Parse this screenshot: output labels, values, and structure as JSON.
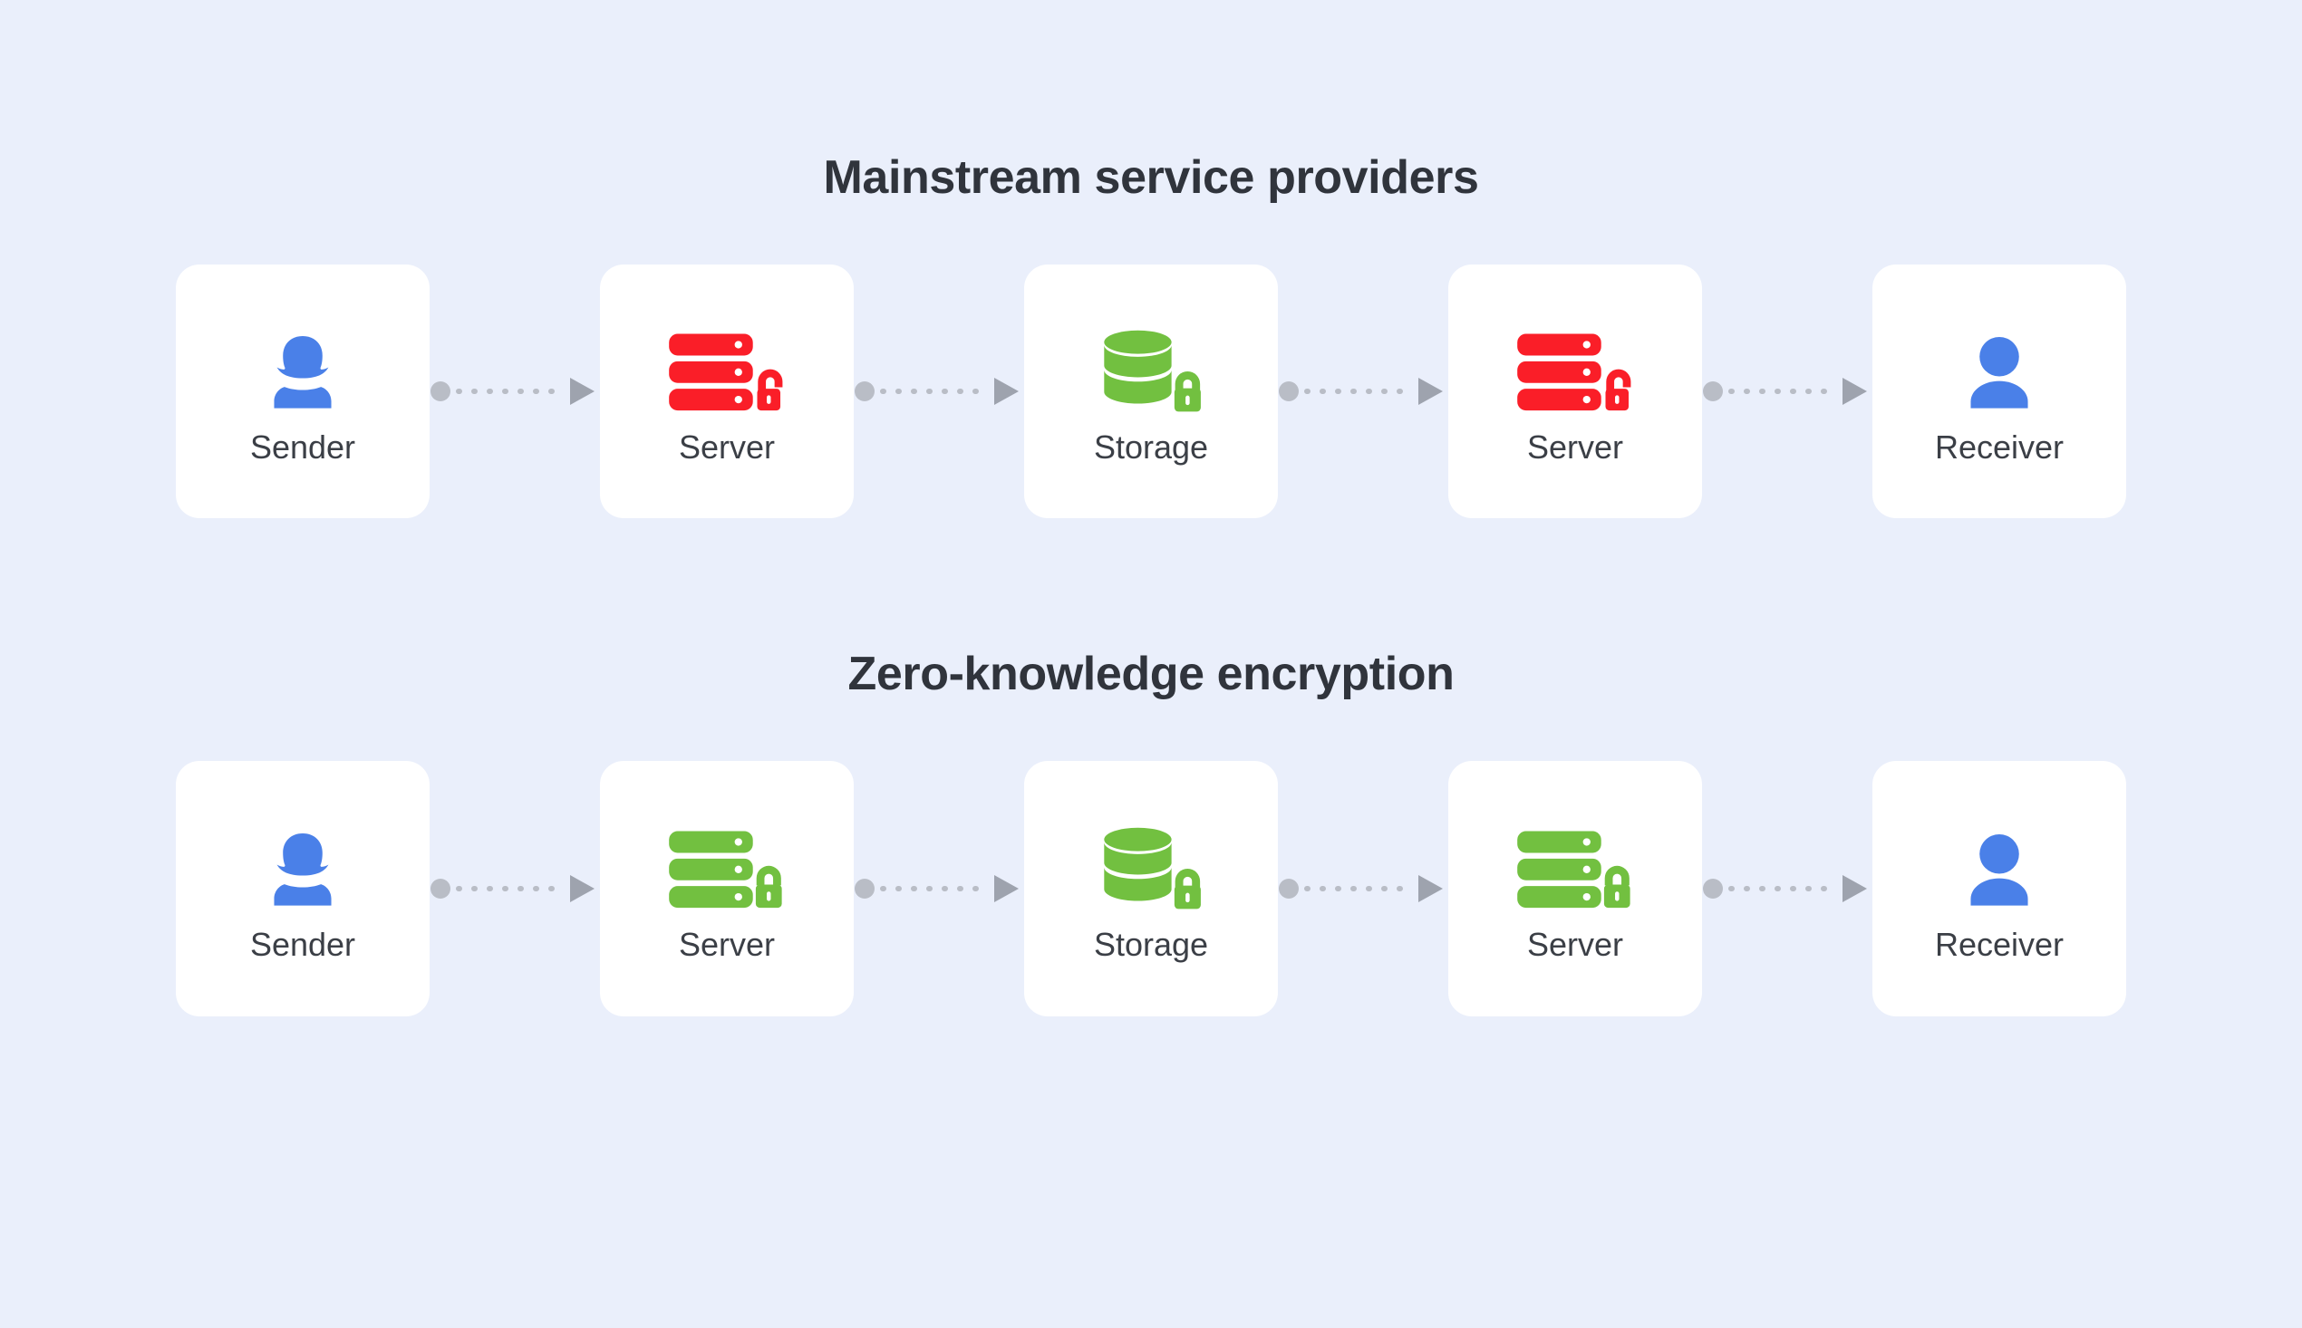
{
  "page": {
    "background_color": "#eaeffb",
    "title_color": "#30343c",
    "label_color": "#3b3f46",
    "card_color": "#ffffff",
    "connector_color": "#b9bdc6",
    "blue": "#4a80e8",
    "red": "#fa1e28",
    "green": "#72c040"
  },
  "sections": [
    {
      "title": "Mainstream service providers",
      "nodes": [
        {
          "label": "Sender",
          "icon": "person-female-icon",
          "icon_color": "#4a80e8",
          "lock": "none"
        },
        {
          "label": "Server",
          "icon": "server-icon",
          "icon_color": "#fa1e28",
          "lock": "unlocked-padlock-icon"
        },
        {
          "label": "Storage",
          "icon": "database-icon",
          "icon_color": "#72c040",
          "lock": "locked-padlock-icon"
        },
        {
          "label": "Server",
          "icon": "server-icon",
          "icon_color": "#fa1e28",
          "lock": "unlocked-padlock-icon"
        },
        {
          "label": "Receiver",
          "icon": "person-male-icon",
          "icon_color": "#4a80e8",
          "lock": "none"
        }
      ],
      "connectors": [
        "arrow-dotted-right",
        "arrow-dotted-right",
        "arrow-dotted-right",
        "arrow-dotted-right"
      ]
    },
    {
      "title": "Zero-knowledge encryption",
      "nodes": [
        {
          "label": "Sender",
          "icon": "person-female-icon",
          "icon_color": "#4a80e8",
          "lock": "none"
        },
        {
          "label": "Server",
          "icon": "server-icon",
          "icon_color": "#72c040",
          "lock": "locked-padlock-icon"
        },
        {
          "label": "Storage",
          "icon": "database-icon",
          "icon_color": "#72c040",
          "lock": "locked-padlock-icon"
        },
        {
          "label": "Server",
          "icon": "server-icon",
          "icon_color": "#72c040",
          "lock": "locked-padlock-icon"
        },
        {
          "label": "Receiver",
          "icon": "person-male-icon",
          "icon_color": "#4a80e8",
          "lock": "none"
        }
      ],
      "connectors": [
        "arrow-dotted-right",
        "arrow-dotted-right",
        "arrow-dotted-right",
        "arrow-dotted-right"
      ]
    }
  ]
}
